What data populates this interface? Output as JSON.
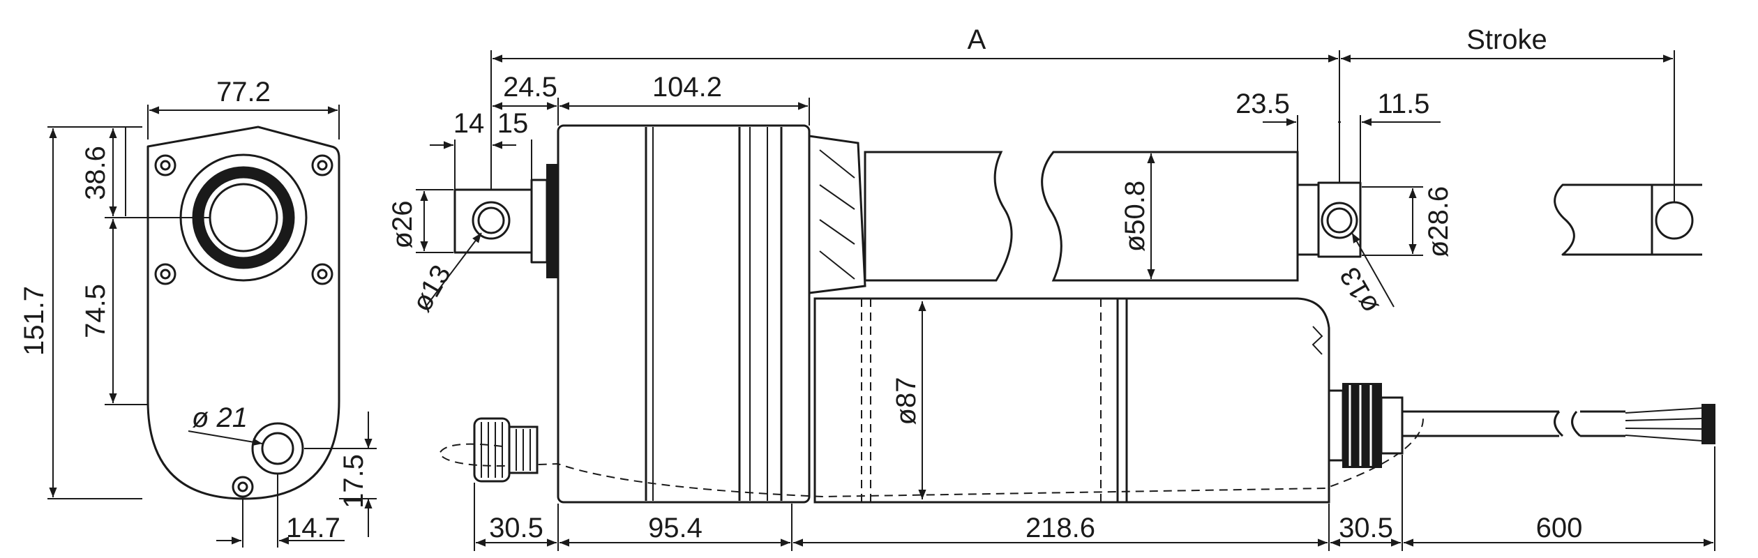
{
  "labels": {
    "side_width": "77.2",
    "side_height": "151.7",
    "side_upper": "38.6",
    "side_mid": "74.5",
    "side_hole_dia": "ø 21",
    "side_hole_height": "17.5",
    "side_hole_offset": "14.7",
    "A": "A",
    "stroke": "Stroke",
    "d_24_5": "24.5",
    "d_104_2": "104.2",
    "d_14": "14",
    "d_15": "15",
    "d_26": "ø26",
    "d_13_left": "ø13",
    "d_50_8": "ø50.8",
    "d_23_5": "23.5",
    "d_11_5": "11.5",
    "d_28_6": "ø28.6",
    "d_13_right": "ø13",
    "d_87": "ø87",
    "d_30_5_left": "30.5",
    "d_95_4": "95.4",
    "d_218_6": "218.6",
    "d_30_5_right": "30.5",
    "d_600": "600"
  }
}
